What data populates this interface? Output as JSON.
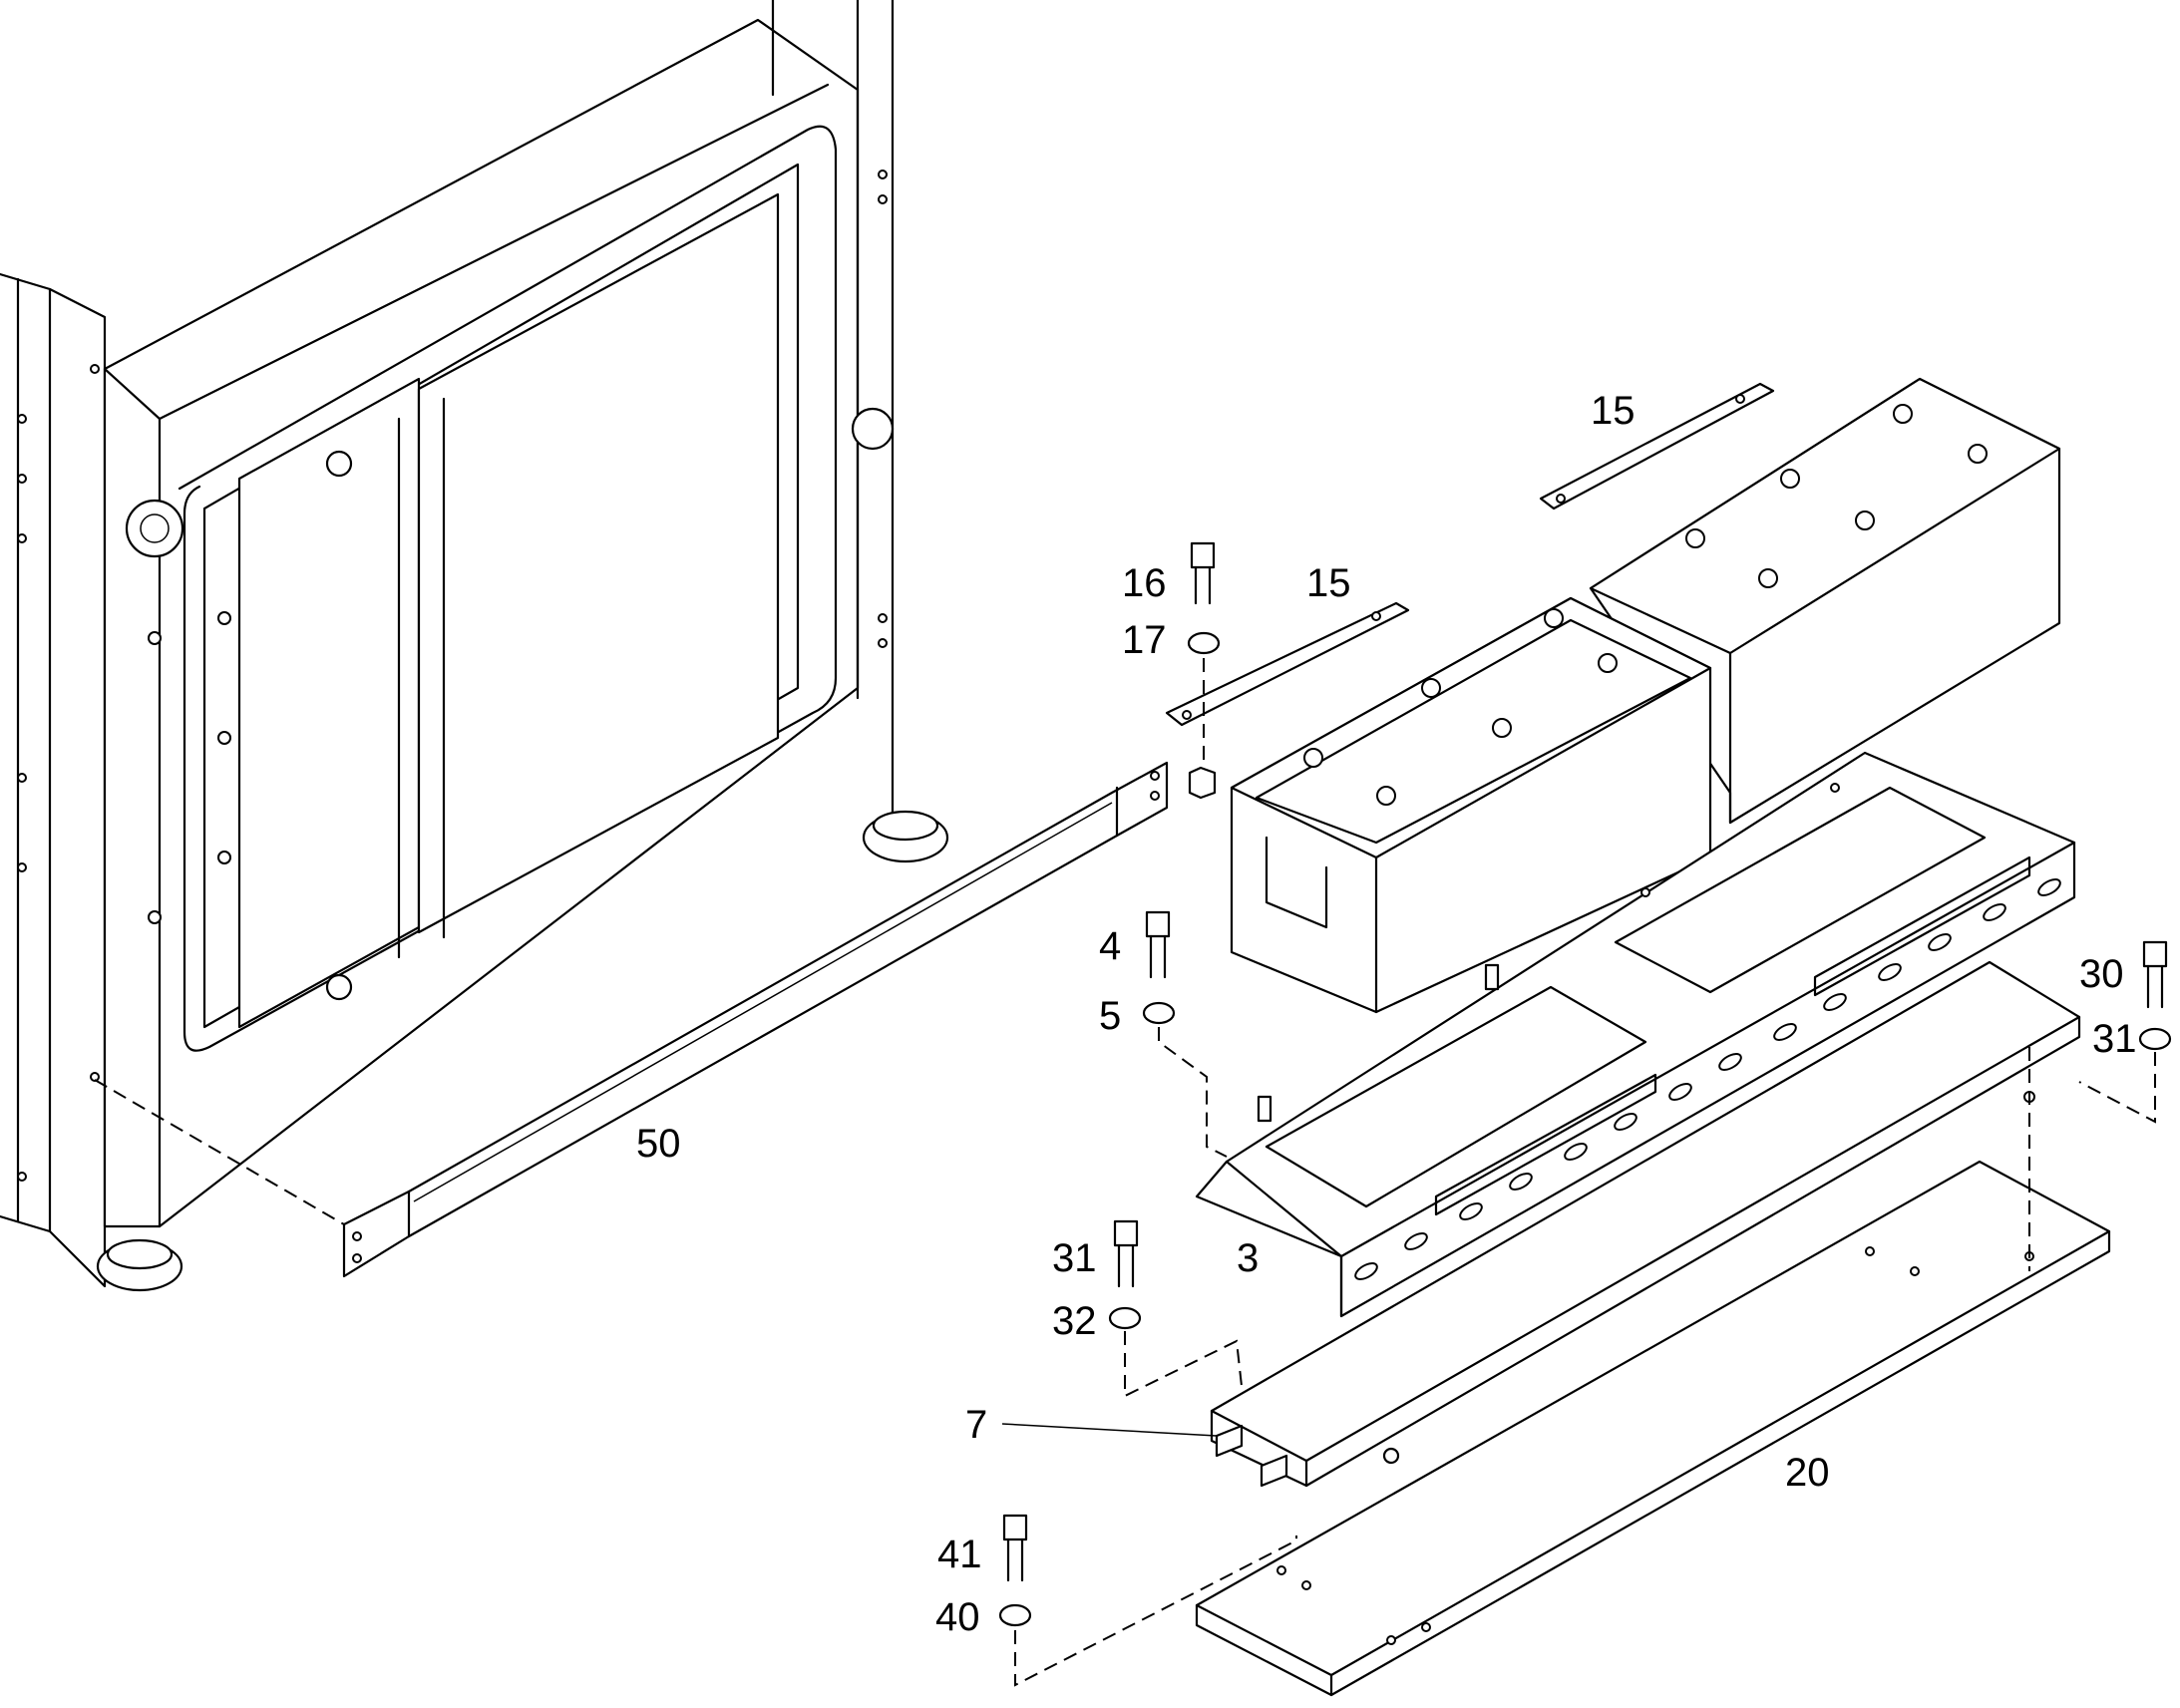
{
  "diagram": {
    "part_labels": {
      "p15a": "15",
      "p16": "16",
      "p15b": "15",
      "p17": "17",
      "p4": "4",
      "p30": "30",
      "p5": "5",
      "p31a": "31",
      "p50": "50",
      "p3": "3",
      "p31b": "31",
      "p32": "32",
      "p7": "7",
      "p20": "20",
      "p41": "41",
      "p40": "40"
    }
  }
}
